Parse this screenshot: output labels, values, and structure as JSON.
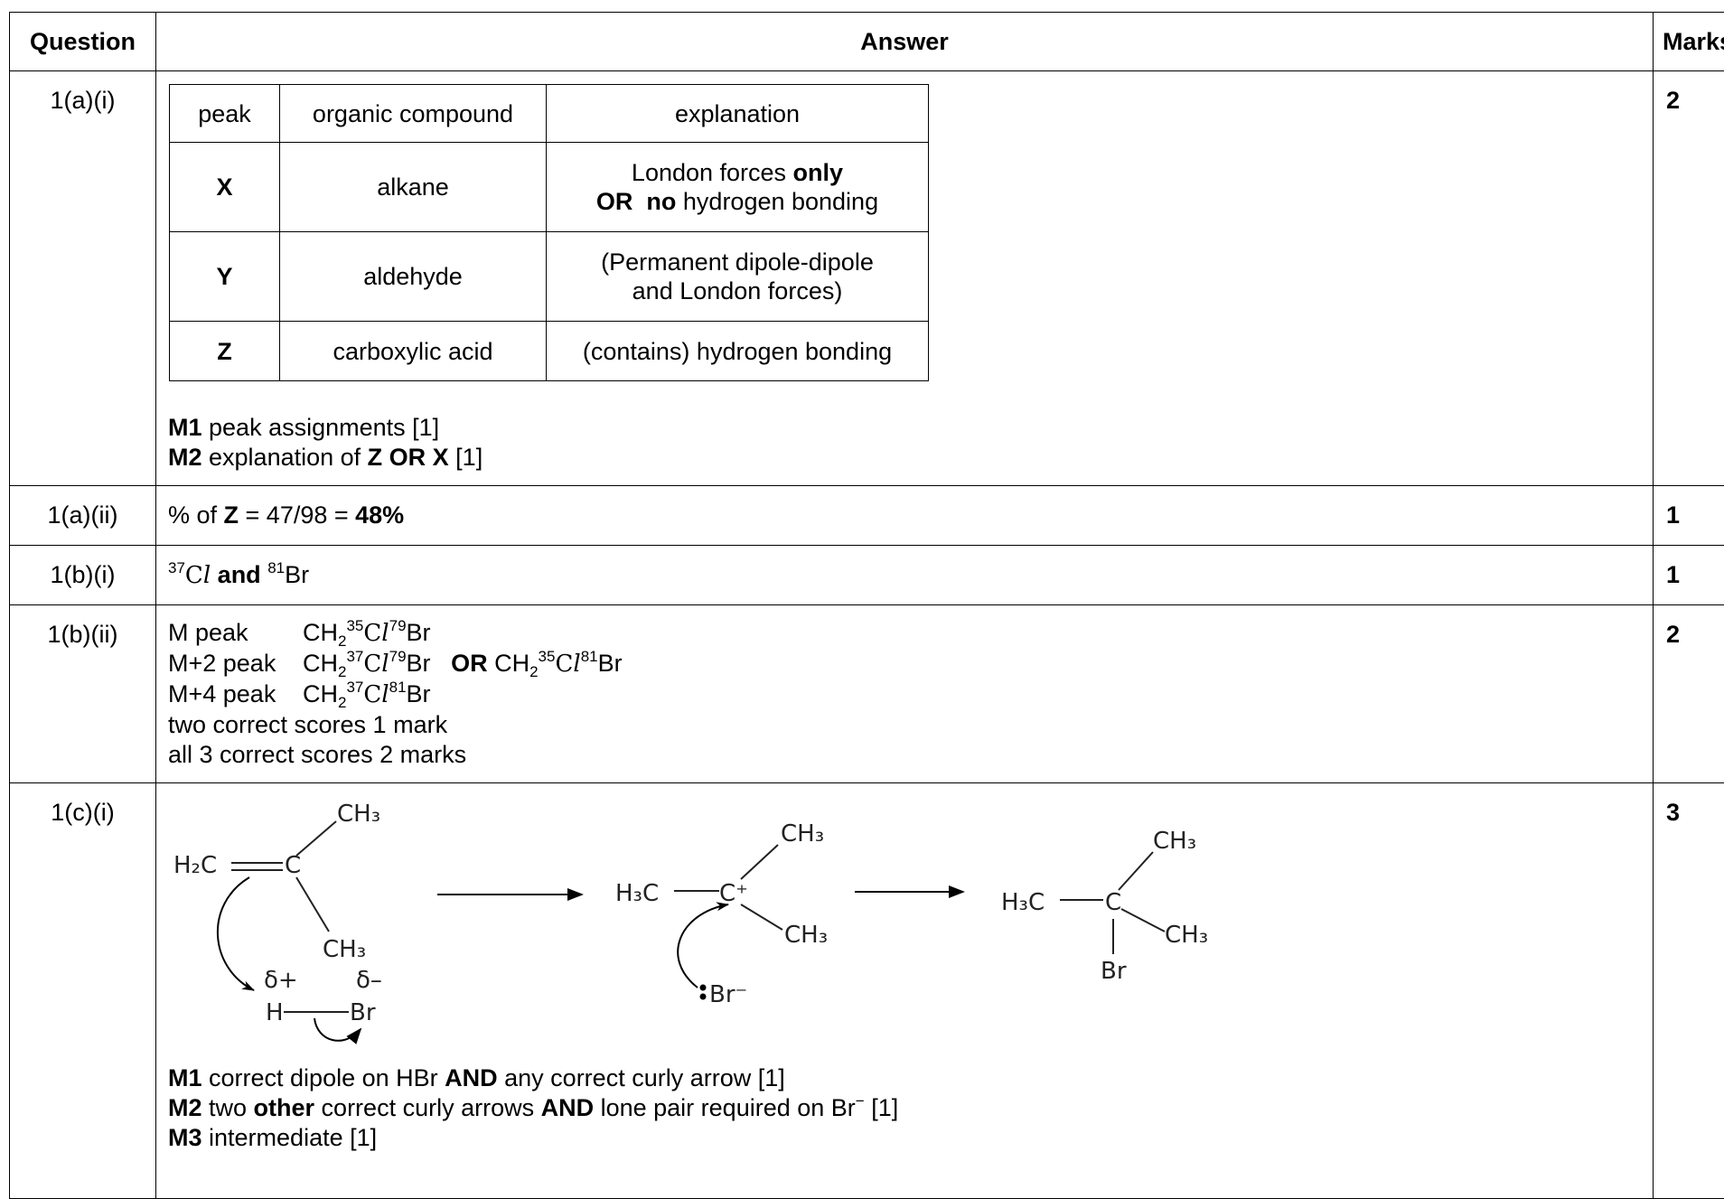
{
  "headers": {
    "question": "Question",
    "answer": "Answer",
    "marks": "Marks"
  },
  "q1ai": {
    "question": "1(a)(i)",
    "marks": "2",
    "table_headers": [
      "peak",
      "organic compound",
      "explanation"
    ],
    "rows": [
      {
        "peak": "X",
        "compound": "alkane",
        "exp_a": "London forces ",
        "exp_a_b": "only",
        "exp_b_b1": "OR",
        "exp_b_b2": "no",
        "exp_b": " hydrogen bonding"
      },
      {
        "peak": "Y",
        "compound": "aldehyde",
        "exp_1": "(Permanent dipole-dipole",
        "exp_2": "and London forces)"
      },
      {
        "peak": "Z",
        "compound": "carboxylic acid",
        "exp": "(contains) hydrogen bonding"
      }
    ],
    "m1_b": "M1",
    "m1": " peak assignments [1]",
    "m2_b": "M2",
    "m2_a": " explanation of ",
    "m2_b2": "Z OR X",
    "m2_c": " [1]"
  },
  "q1aii": {
    "question": "1(a)(ii)",
    "marks": "1",
    "a": "% of ",
    "b": "Z",
    "c": " = 47/98 = ",
    "d": "48%"
  },
  "q1bi": {
    "question": "1(b)(i)",
    "marks": "1",
    "sup1": "37",
    "cl": "C",
    "l": "l",
    "and": "and",
    "sup2": "81",
    "br": "Br"
  },
  "q1bii": {
    "question": "1(b)(ii)",
    "marks": "2",
    "m_label": "M peak",
    "m2_label": "M+2 peak",
    "m4_label": "M+4 peak",
    "ch": "CH",
    "sub2": "2",
    "c": "C",
    "l": "l",
    "br": "Br",
    "i35": "35",
    "i37": "37",
    "i79": "79",
    "i81": "81",
    "or": "OR",
    "note1": "two correct scores 1 mark",
    "note2": "all 3 correct scores 2 marks"
  },
  "q1ci": {
    "question": "1(c)(i)",
    "marks": "3",
    "mech": {
      "h2c": "H₂C",
      "c": "C",
      "ch3": "CH₃",
      "h3c": "H₃C",
      "cplus": "C⁺",
      "br": "Br",
      "brminus": "Br⁻",
      "h": "H",
      "dplus": "δ+",
      "dminus": "δ–"
    },
    "m1_b": "M1",
    "m1_a": " correct dipole on HBr ",
    "m1_and": "AND",
    "m1_c": " any correct curly arrow [1]",
    "m2_b": "M2",
    "m2_a": " two ",
    "m2_other": "other",
    "m2_c": " correct curly arrows ",
    "m2_and": "AND",
    "m2_d": " lone pair required on Br",
    "m2_sup": "−",
    "m2_e": " [1]",
    "m3_b": "M3",
    "m3_a": " intermediate  [1]"
  }
}
